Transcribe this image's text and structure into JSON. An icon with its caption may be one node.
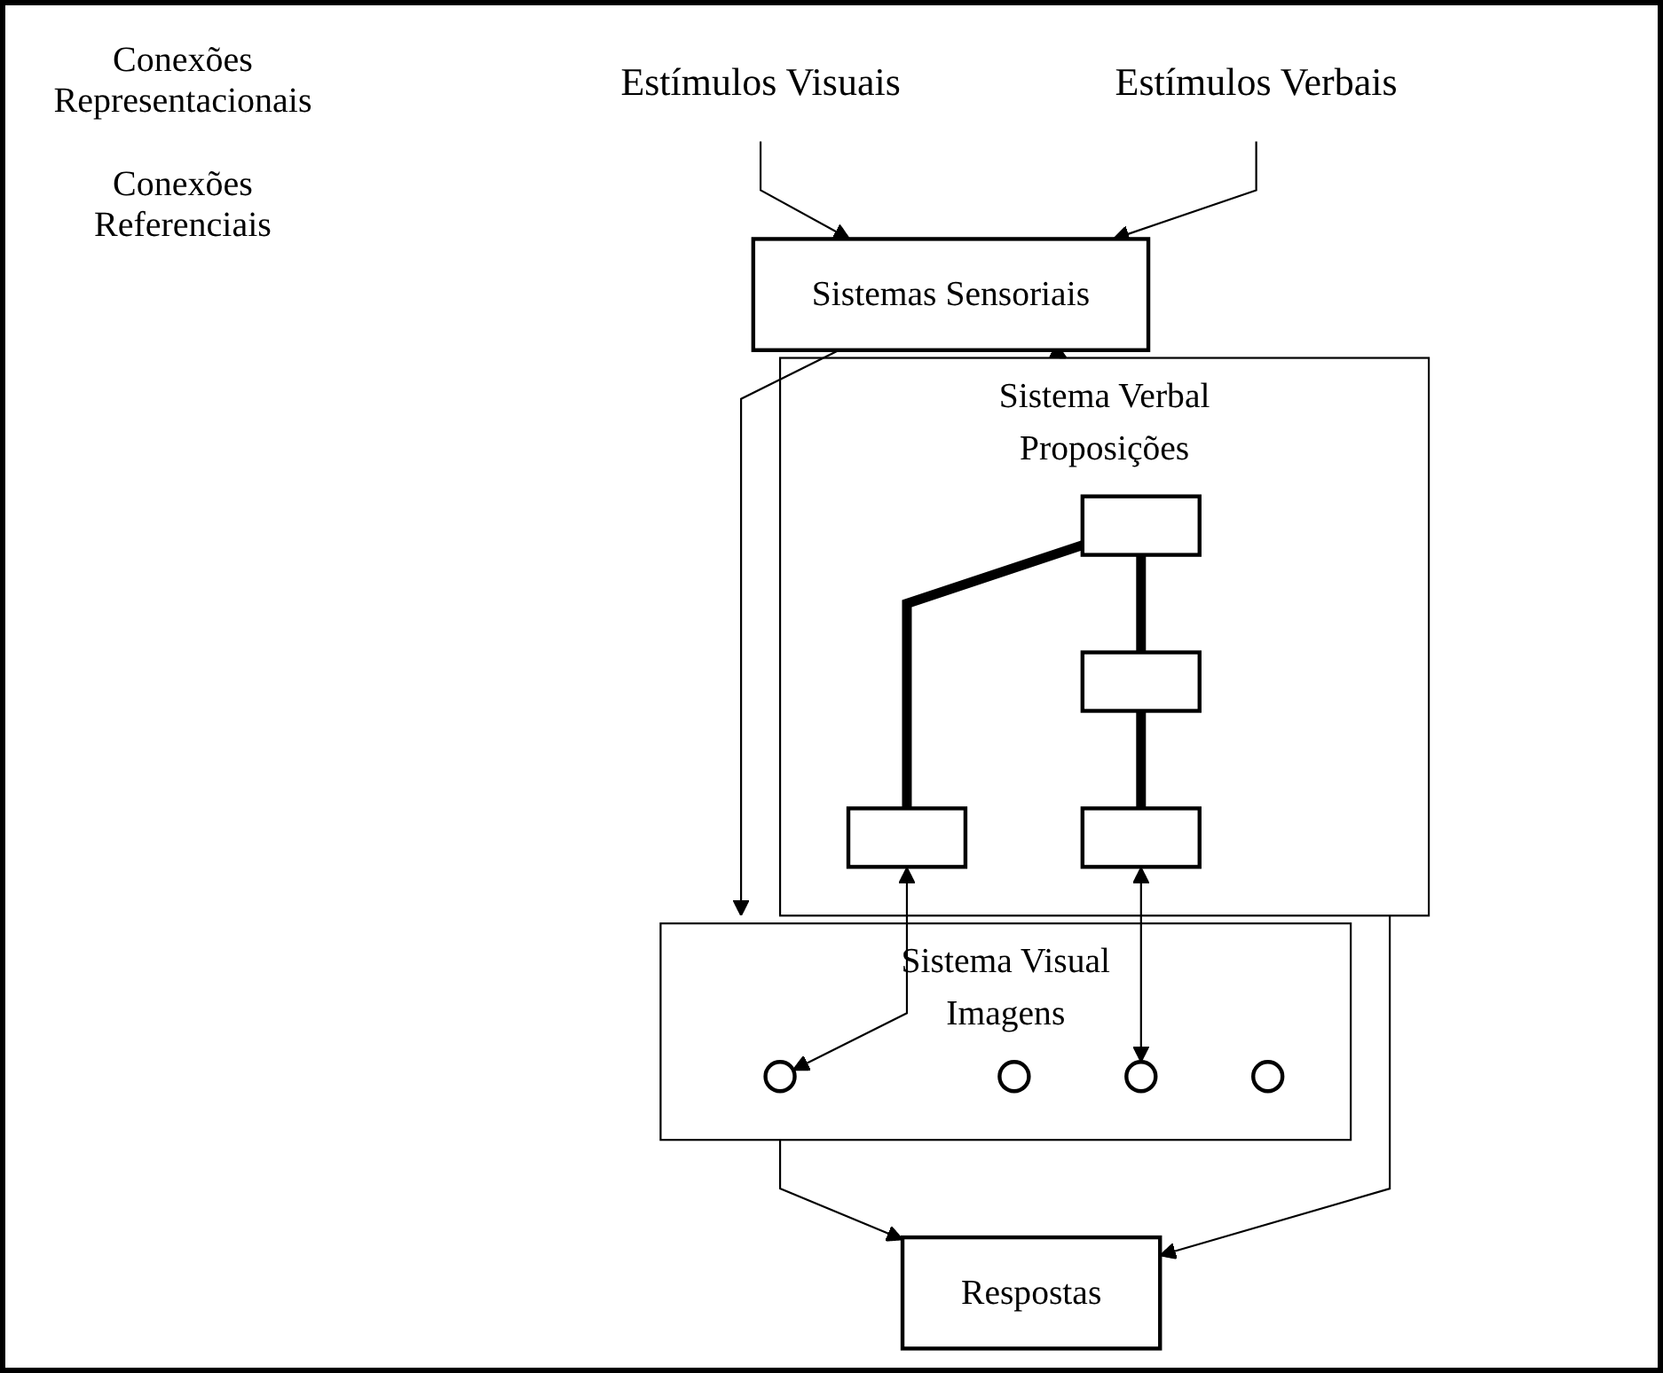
{
  "diagram": {
    "nodes": [
      {
        "text": [
          "Estímulos Verbais"
        ]
      },
      {
        "text": [
          "Estímulos Visuais"
        ]
      },
      {
        "text": [
          "Sistemas Sensoriais"
        ]
      },
      {
        "text": [
          "Sistema Verbal",
          "Proposições"
        ]
      },
      {
        "text": [],
        "shape": "box",
        "in": 3
      },
      {
        "text": [],
        "shape": "box",
        "in": 3
      },
      {
        "text": [],
        "shape": "box",
        "in": 3
      },
      {
        "text": [],
        "shape": "box",
        "in": 3
      },
      {
        "text": [
          "Sistema Visual",
          "Imagens"
        ]
      },
      {
        "text": [],
        "shape": "circle",
        "in": 8
      },
      {
        "text": [],
        "shape": "circle",
        "in": 8
      },
      {
        "text": [],
        "shape": "circle",
        "in": 8
      },
      {
        "text": [],
        "shape": "circle",
        "in": 8
      },
      {
        "text": [
          "Respostas"
        ]
      }
    ],
    "edges": [
      {
        "from": 0,
        "to": 2,
        "arrow": "to"
      },
      {
        "from": 1,
        "to": 2,
        "arrow": "to"
      },
      {
        "from": 2,
        "to": 3,
        "arrow": "to"
      },
      {
        "from": 2,
        "to": 8,
        "arrow": "to"
      },
      {
        "from": 4,
        "to": 5,
        "arrow": "none",
        "style": "thick"
      },
      {
        "from": 4,
        "to": 6,
        "arrow": "none",
        "style": "thick"
      },
      {
        "from": 6,
        "to": 7,
        "arrow": "none",
        "style": "thick"
      },
      {
        "from": 5,
        "to": 9,
        "arrow": "both"
      },
      {
        "from": 7,
        "to": 11,
        "arrow": "both"
      },
      {
        "from": 3,
        "to": 13,
        "arrow": "to"
      },
      {
        "from": 8,
        "to": 13,
        "arrow": "to"
      }
    ],
    "labels": [
      "Conexões Representacionais",
      "Conexões Referenciais"
    ]
  }
}
